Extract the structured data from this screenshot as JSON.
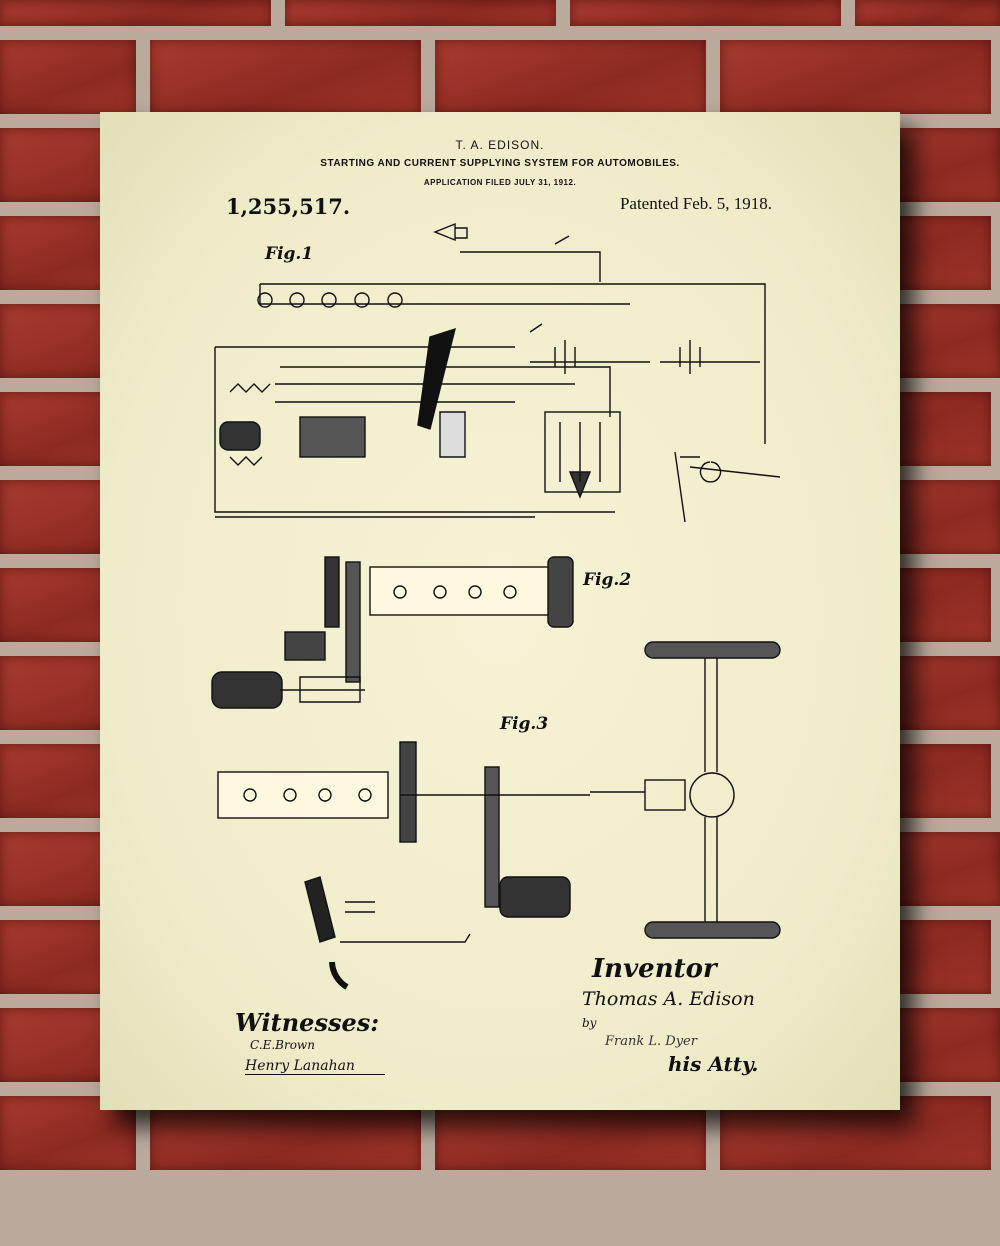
{
  "patent": {
    "inventor_header": "T. A. EDISON.",
    "title": "STARTING AND CURRENT SUPPLYING SYSTEM FOR AUTOMOBILES.",
    "application": "APPLICATION FILED JULY 31, 1912.",
    "number": "1,255,517.",
    "patented": "Patented Feb. 5, 1918."
  },
  "figures": {
    "fig1": "Fig.1",
    "fig2": "Fig.2",
    "fig3": "Fig.3"
  },
  "signatures": {
    "inventor_label": "Inventor",
    "inventor_name": "Thomas A. Edison",
    "by": "by",
    "attorney": "Frank L. Dyer",
    "attorney_label": "his Atty.",
    "witnesses_label": "Witnesses:",
    "witness_1": "C.E.Brown",
    "witness_2": "Henry Lanahan"
  },
  "colors": {
    "paper": "#f3f0d0",
    "ink": "#111111",
    "brick": "#9a3028",
    "mortar": "#b9aa9c"
  }
}
